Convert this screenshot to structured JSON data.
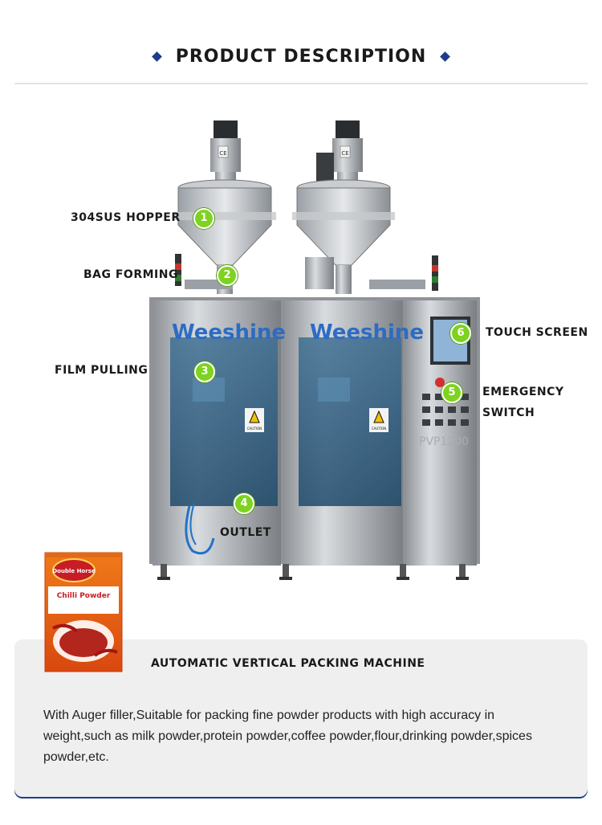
{
  "header": {
    "title": "PRODUCT DESCRIPTION"
  },
  "machine": {
    "brand_left": "Weeshine",
    "brand_right": "Weeshine",
    "model": "PVP1200",
    "caution": "CAUTION",
    "ce": "CE"
  },
  "labels": {
    "hopper": "304SUS HOPPER",
    "bag_forming": "BAG FORMING",
    "film_pulling": "FILM PULLING",
    "outlet": "OUTLET",
    "touch_screen": "TOUCH SCREEN",
    "emergency_line1": "EMERGENCY",
    "emergency_line2": "SWITCH"
  },
  "markers": {
    "m1": "1",
    "m2": "2",
    "m3": "3",
    "m4": "4",
    "m5": "5",
    "m6": "6"
  },
  "product": {
    "brand": "Double Horse",
    "name": "Chilli Powder"
  },
  "card": {
    "title": "AUTOMATIC VERTICAL PACKING MACHINE",
    "text": "With Auger filler,Suitable for packing fine powder products with high accuracy in weight,such as milk powder,protein powder,coffee powder,flour,drinking powder,spices powder,etc."
  },
  "colors": {
    "accent": "#1c3d8a",
    "marker": "#7ed321"
  }
}
